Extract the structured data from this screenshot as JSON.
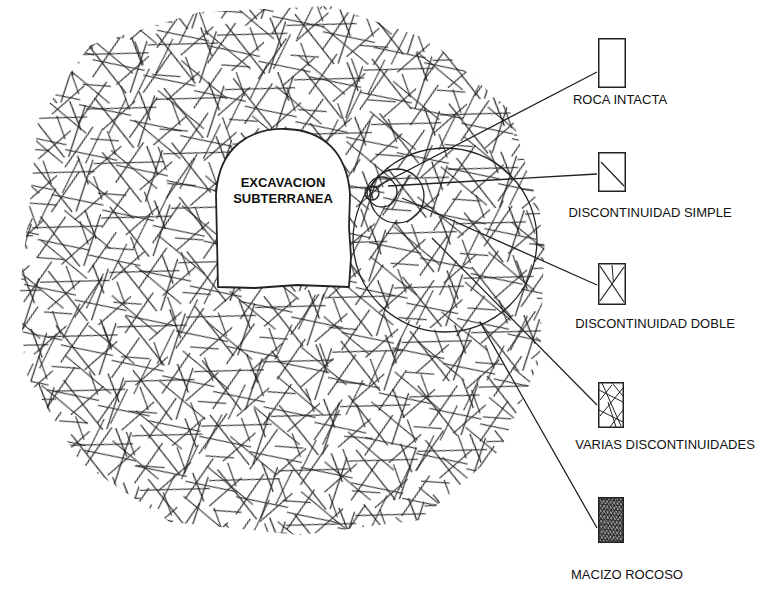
{
  "diagram": {
    "nodes": [
      {
        "text": [
          "EXCAVACION SUBTERRANEA"
        ]
      },
      {
        "text": [
          "ROCA INTACTA"
        ]
      },
      {
        "text": [
          "DISCONTINUIDAD SIMPLE"
        ]
      },
      {
        "text": [
          "DISCONTINUIDAD DOBLE"
        ]
      },
      {
        "text": [
          "VARIAS DISCONTINUIDADES"
        ]
      },
      {
        "text": [
          "MACIZO ROCOSO"
        ]
      }
    ]
  }
}
